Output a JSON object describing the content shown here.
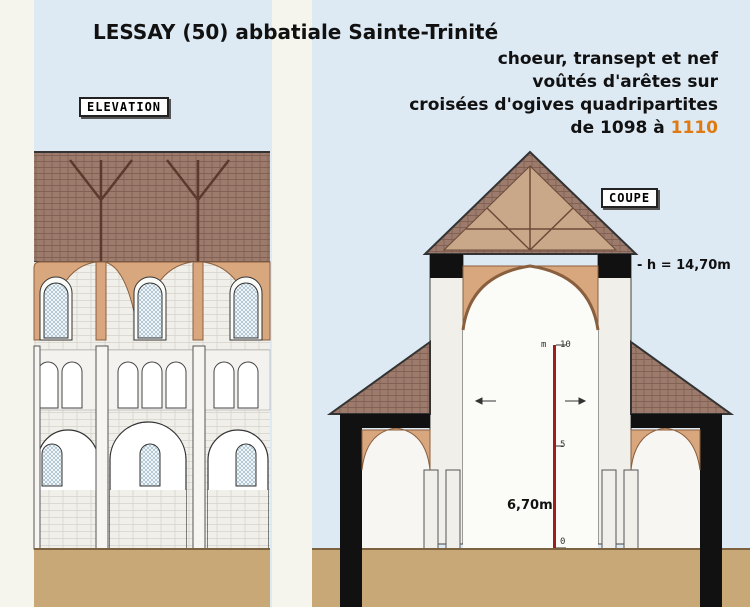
{
  "title": "LESSAY (50) abbatiale Sainte-Trinité",
  "caption": {
    "line1": "choeur, transept et nef",
    "line2": "voûtés d'arêtes sur",
    "line3": "croisées d'ogives quadripartites",
    "line4_prefix": "de 1098 à",
    "line4_year": "1110"
  },
  "labels": {
    "elevation": "ELEVATION",
    "coupe": "COUPE"
  },
  "annotations": {
    "height": "- h = 14,70m",
    "measure": "6,70m"
  },
  "scale": {
    "unit": "m",
    "ticks": [
      "10",
      "5",
      "0"
    ]
  },
  "colors": {
    "sky": "#dde9f3",
    "roof": "#9d7b6c",
    "wall": "#f4f2ee",
    "arch": "#d9a77e",
    "ground": "#c9a878",
    "stone_dark": "#111111",
    "highlight": "#e07a10"
  }
}
